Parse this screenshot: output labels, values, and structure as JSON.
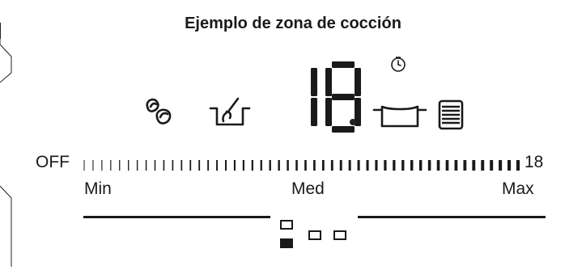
{
  "title": "Ejemplo de zona de cocción",
  "display": {
    "digits": "18",
    "show_dot": true
  },
  "scale": {
    "off_label": "OFF",
    "max_value_label": "18",
    "min_label": "Min",
    "med_label": "Med",
    "max_label": "Max",
    "levels": 18
  },
  "icons": [
    "bean-icon",
    "pan-stirring-icon",
    "timer-icon",
    "pot-icon",
    "grill-icon"
  ],
  "zones": {
    "selected": 0
  }
}
